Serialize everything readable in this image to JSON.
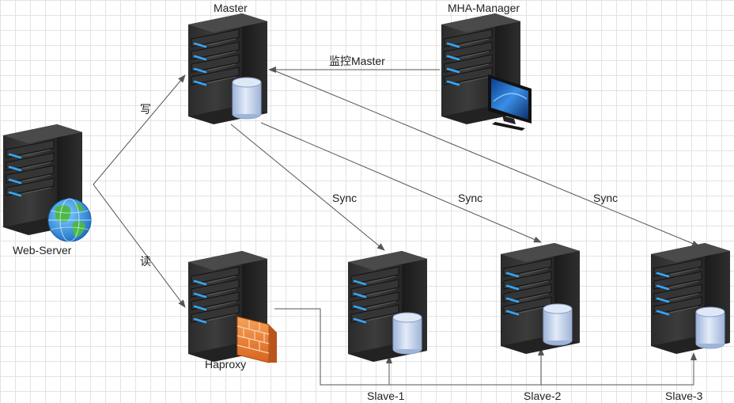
{
  "nodes": {
    "master": "Master",
    "manager": "MHA-Manager",
    "web_server": "Web-Server",
    "haproxy": "Haproxy",
    "slave1": "Slave-1",
    "slave2": "Slave-2",
    "slave3": "Slave-3"
  },
  "edges": {
    "write": "写",
    "read": "读",
    "monitor": "监控Master",
    "sync1": "Sync",
    "sync2": "Sync",
    "sync3": "Sync"
  }
}
